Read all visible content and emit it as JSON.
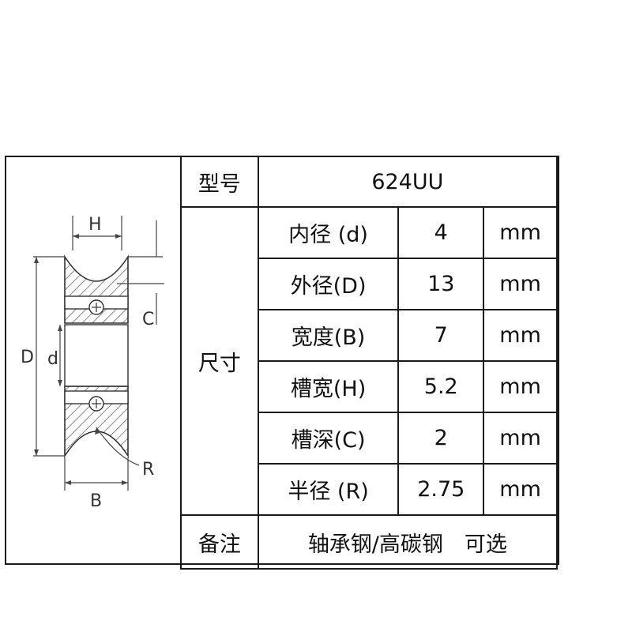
{
  "diagram": {
    "labels": {
      "H": "H",
      "D": "D",
      "d": "d",
      "C": "C",
      "R": "R",
      "B": "B"
    }
  },
  "table": {
    "model_label": "型号",
    "model_value": "624UU",
    "size_label": "尺寸",
    "rows": [
      {
        "name": "内径 (d)",
        "value": "4",
        "unit": "mm"
      },
      {
        "name": "外径(D)",
        "value": "13",
        "unit": "mm"
      },
      {
        "name": "宽度(B)",
        "value": "7",
        "unit": "mm"
      },
      {
        "name": "槽宽(H)",
        "value": "5.2",
        "unit": "mm"
      },
      {
        "name": "槽深(C)",
        "value": "2",
        "unit": "mm"
      },
      {
        "name": "半径 (R)",
        "value": "2.75",
        "unit": "mm"
      }
    ],
    "note_label": "备注",
    "note_value": "轴承钢/高碳钢　可选"
  }
}
